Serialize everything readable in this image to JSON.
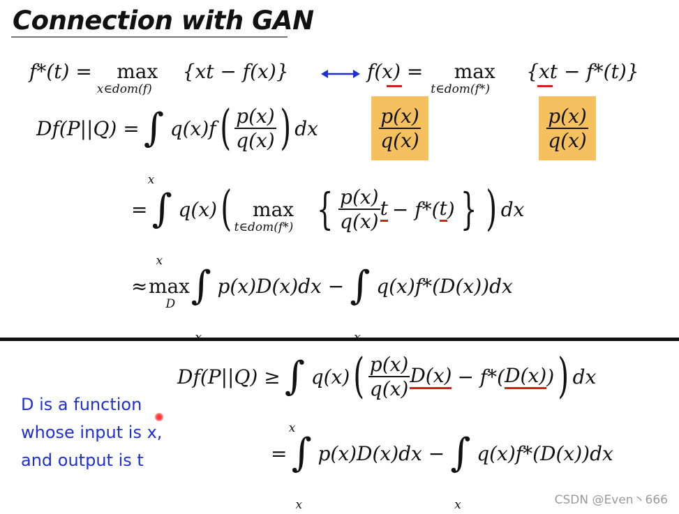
{
  "title": "Connection with GAN",
  "conj_left": {
    "lhs": "f*(t) =",
    "max": "max",
    "sub": "x∈dom(f)",
    "body": "{xt − f(x)}"
  },
  "arrow_color": "#1f2fd0",
  "conj_right": {
    "lhs": "f(x) =",
    "max": "max",
    "sub": "t∈dom(f*)",
    "body": "{xt − f*(t)}"
  },
  "highlight_fraction": {
    "num": "p(x)",
    "den": "q(x)"
  },
  "eq1": {
    "lhs": "Df(P||Q) =",
    "int_sub": "x",
    "pre": "q(x)f",
    "num": "p(x)",
    "den": "q(x)",
    "post": "dx"
  },
  "eq2": {
    "eq": "=",
    "int_sub": "x",
    "pre": "q(x)",
    "max": "max",
    "sub": "t∈dom(f*)",
    "num": "p(x)",
    "den": "q(x)",
    "t": "t",
    "minus": "− f*(",
    "t2": "t",
    "close": ")",
    "post": "dx"
  },
  "eq3": {
    "approx": "≈",
    "max": "max",
    "sub": "D",
    "int_sub": "x",
    "term1": "p(x)D(x)dx −",
    "int_sub2": "x",
    "term2": "q(x)f*(D(x))dx"
  },
  "note": {
    "lines": [
      "D is a function",
      "whose input is x,",
      "and output is t"
    ],
    "color": "#1f2fd0"
  },
  "eq4": {
    "lhs": "Df(P||Q) ≥",
    "int_sub": "x",
    "pre": "q(x)",
    "num": "p(x)",
    "den": "q(x)",
    "dx1": "D(x)",
    "minus": "− f*(",
    "dx2": "D(x)",
    "close": ")",
    "post": "dx"
  },
  "eq5": {
    "eq": "=",
    "int_sub": "x",
    "term1": "p(x)D(x)dx −",
    "int_sub2": "x",
    "term2": "q(x)f*(D(x))dx"
  },
  "watermark": "CSDN @Even丶666"
}
